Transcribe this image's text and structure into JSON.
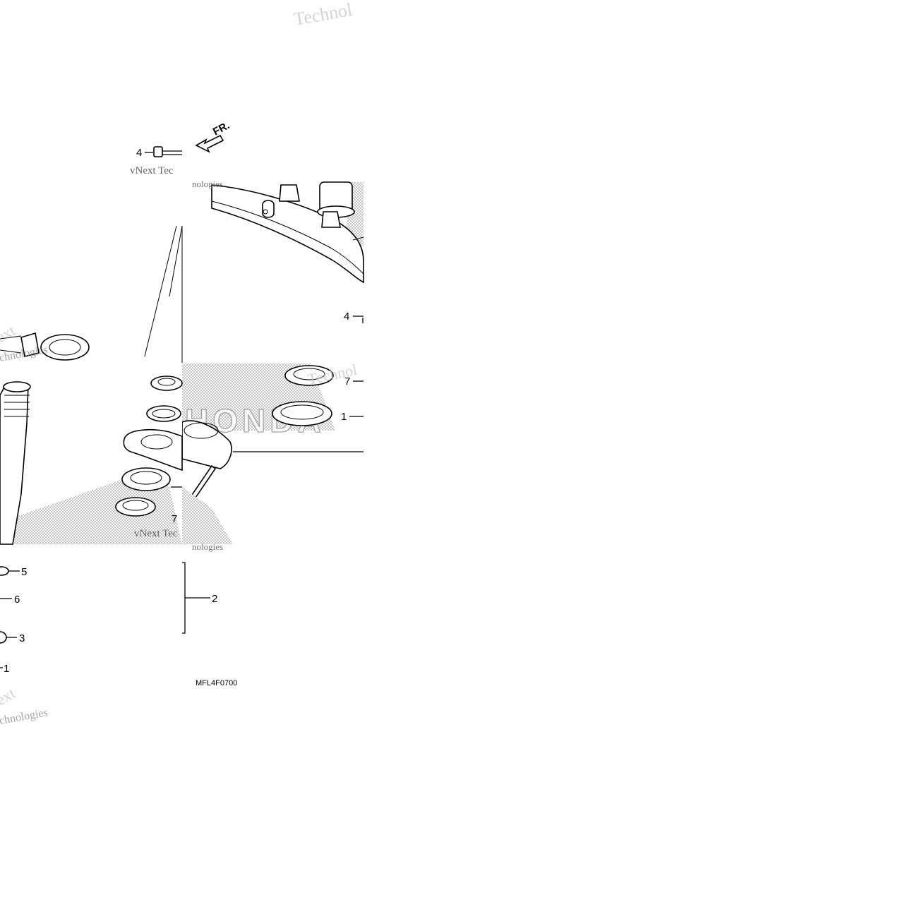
{
  "diagram": {
    "front_marker": "FR.",
    "diagram_code": "MFL4F0700",
    "brand_watermark": "HONDA",
    "watermark_text": {
      "line1": "vNext Technologies",
      "fragment_top": "Technol",
      "fragment_a": "vNext Tec",
      "fragment_b": "nologies",
      "fragment_c": "ext",
      "fragment_d": "chnologies"
    },
    "callouts": [
      {
        "number": "4",
        "part": "bolt-top-left"
      },
      {
        "number": "4",
        "part": "bolt-top-right"
      },
      {
        "number": "7",
        "part": "dust-seal-upper"
      },
      {
        "number": "1",
        "part": "bearing-upper"
      },
      {
        "number": "7",
        "part": "dust-seal-lower"
      },
      {
        "number": "5",
        "part": "lock-nut"
      },
      {
        "number": "6",
        "part": "lock-washer"
      },
      {
        "number": "2",
        "part": "steering-bearing-kit"
      },
      {
        "number": "3",
        "part": "bearing-race"
      },
      {
        "number": "1",
        "part": "bearing-lower"
      }
    ]
  }
}
